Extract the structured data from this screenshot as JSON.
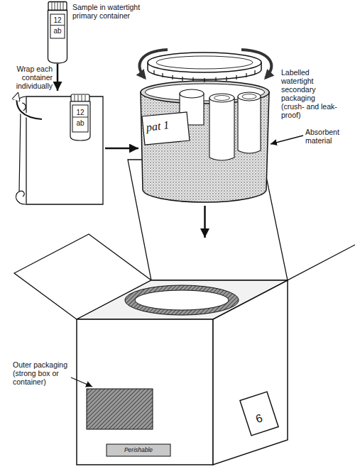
{
  "diagram": {
    "nodes": [
      {
        "text": [
          "12 ab"
        ]
      },
      {
        "text": [
          "12 ab"
        ]
      },
      {
        "text": [
          "pat 1"
        ]
      },
      {
        "text": [
          "6",
          "Perishable"
        ]
      }
    ],
    "edges": [
      {
        "from": 0,
        "to": 1,
        "arrow": "to"
      },
      {
        "from": 1,
        "to": 2,
        "arrow": "to"
      },
      {
        "from": 2,
        "to": 3,
        "arrow": "to"
      }
    ],
    "labels": [
      "Sample in watertight primary container",
      "Wrap each container individually",
      "Labelled watertight secondary packaging (crush- and leak-proof)",
      "Absorbent material",
      "Outer packaging (strong box or container)"
    ]
  }
}
